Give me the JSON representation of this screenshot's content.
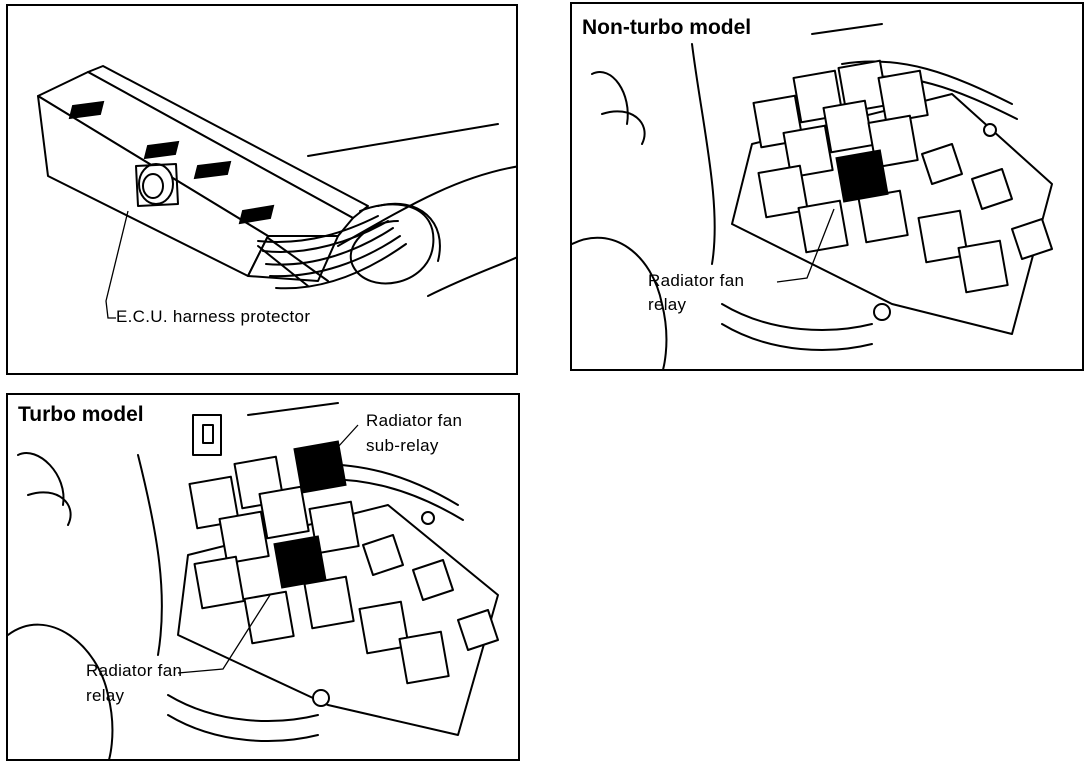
{
  "panels": {
    "ecu": {
      "label": "E.C.U. harness protector"
    },
    "non_turbo": {
      "title": "Non-turbo model",
      "relay_label_line1": "Radiator fan",
      "relay_label_line2": "relay"
    },
    "turbo": {
      "title": "Turbo model",
      "sub_relay_line1": "Radiator fan",
      "sub_relay_line2": "sub-relay",
      "relay_label_line1": "Radiator fan",
      "relay_label_line2": "relay"
    }
  }
}
